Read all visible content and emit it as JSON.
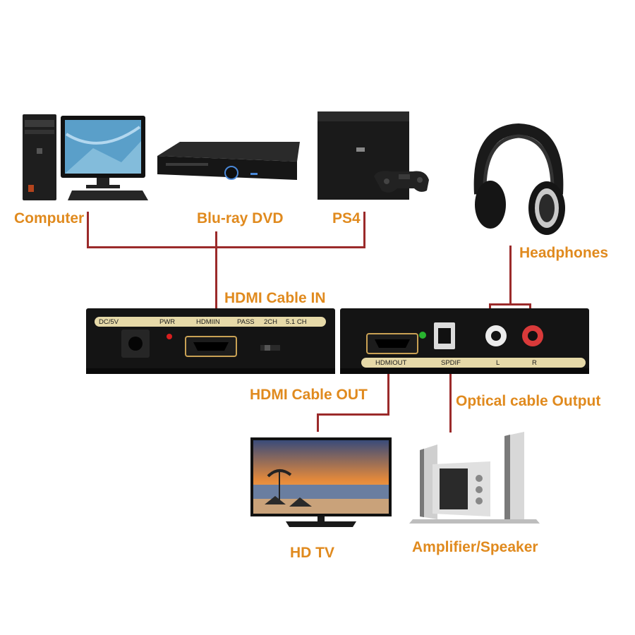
{
  "colors": {
    "label": "#e08a1e",
    "wire": "#9b2a2a",
    "panel": "#141414",
    "strip": "#e6d9a8"
  },
  "devices": {
    "computer": "Computer",
    "bluray": "Blu-ray DVD",
    "ps4": "PS4",
    "headphones": "Headphones",
    "hdtv": "HD TV",
    "speaker": "Amplifier/Speaker"
  },
  "cables": {
    "hdmi_in": "HDMI Cable IN",
    "hdmi_out": "HDMI Cable OUT",
    "optical": "Optical cable Output"
  },
  "left_panel": {
    "dc": "DC/5V",
    "pwr": "PWR",
    "hdmi_in": "HDMIIN",
    "pass": "PASS",
    "ch2": "2CH",
    "ch51": "5.1 CH"
  },
  "right_panel": {
    "hdmi_out": "HDMIOUT",
    "spdif": "SPDIF",
    "l": "L",
    "r": "R"
  }
}
